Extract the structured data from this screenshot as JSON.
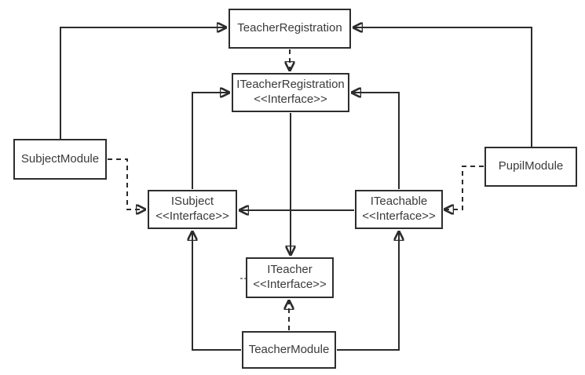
{
  "diagram": {
    "type": "uml-class-diagram",
    "nodes": [
      {
        "id": "teacher-registration",
        "label": "TeacherRegistration",
        "stereotype": ""
      },
      {
        "id": "iteacher-registration",
        "label": "ITeacherRegistration",
        "stereotype": "<<Interface>>"
      },
      {
        "id": "subject-module",
        "label": "SubjectModule",
        "stereotype": ""
      },
      {
        "id": "pupil-module",
        "label": "PupilModule",
        "stereotype": ""
      },
      {
        "id": "isubject",
        "label": "ISubject",
        "stereotype": "<<Interface>>"
      },
      {
        "id": "iteachable",
        "label": "ITeachable",
        "stereotype": "<<Interface>>"
      },
      {
        "id": "iteacher",
        "label": "ITeacher",
        "stereotype": "<<Interface>>"
      },
      {
        "id": "teacher-module",
        "label": "TeacherModule",
        "stereotype": ""
      }
    ],
    "edges": [
      {
        "from": "SubjectModule",
        "to": "TeacherRegistration",
        "style": "solid",
        "arrow": "filled"
      },
      {
        "from": "PupilModule",
        "to": "TeacherRegistration",
        "style": "solid",
        "arrow": "filled"
      },
      {
        "from": "TeacherRegistration",
        "to": "ITeacherRegistration",
        "style": "dashed",
        "arrow": "filled"
      },
      {
        "from": "ISubject",
        "to": "ITeacherRegistration",
        "style": "solid",
        "arrow": "filled"
      },
      {
        "from": "ITeachable",
        "to": "ITeacherRegistration",
        "style": "solid",
        "arrow": "filled"
      },
      {
        "from": "ITeacherRegistration",
        "to": "ITeacher",
        "style": "solid",
        "arrow": "filled"
      },
      {
        "from": "ITeachable",
        "to": "ISubject",
        "style": "solid",
        "arrow": "filled"
      },
      {
        "from": "SubjectModule",
        "to": "ISubject",
        "style": "dashed",
        "arrow": "filled"
      },
      {
        "from": "PupilModule",
        "to": "ITeachable",
        "style": "dashed",
        "arrow": "filled"
      },
      {
        "from": "TeacherModule",
        "to": "ITeacher",
        "style": "dashed",
        "arrow": "filled"
      },
      {
        "from": "TeacherModule",
        "to": "ISubject",
        "style": "solid",
        "arrow": "filled"
      },
      {
        "from": "TeacherModule",
        "to": "ITeachable",
        "style": "solid",
        "arrow": "filled"
      }
    ],
    "colors": {
      "line": "#2b2b2b",
      "border": "#2e2e2e",
      "text": "#3a3a3a",
      "background": "#ffffff"
    }
  }
}
